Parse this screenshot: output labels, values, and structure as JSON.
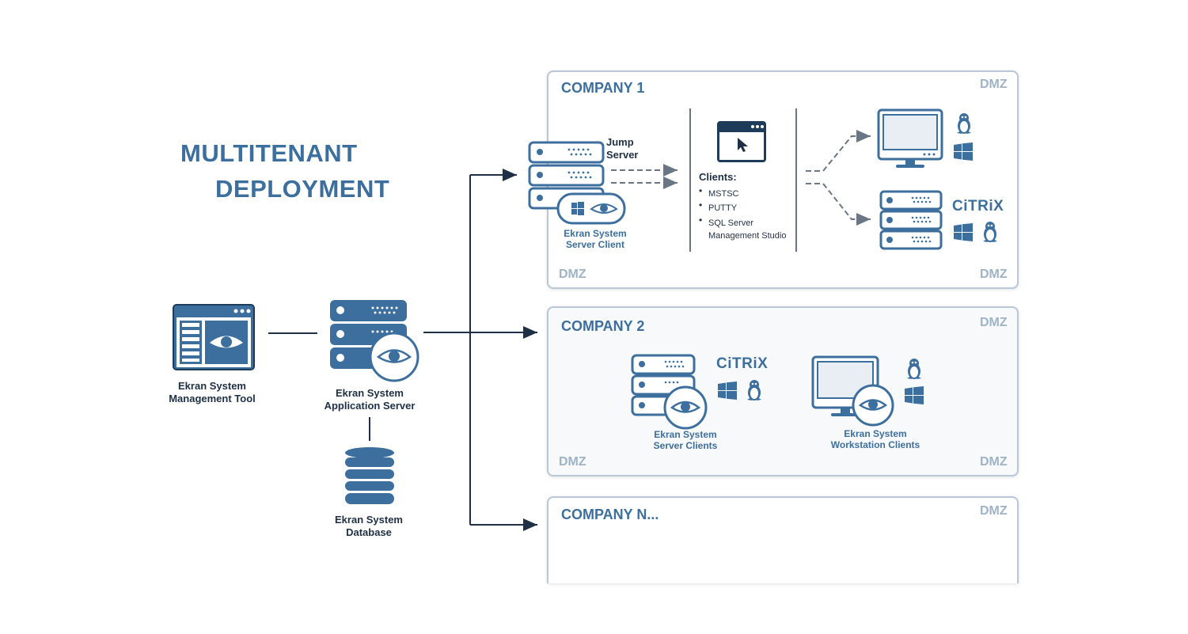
{
  "title": {
    "line1": "MULTITENANT",
    "line2": "DEPLOYMENT"
  },
  "left": {
    "management_tool": "Ekran System\nManagement Tool",
    "app_server": "Ekran System\nApplication Server",
    "database": "Ekran System\nDatabase"
  },
  "company1": {
    "name": "COMPANY 1",
    "dmz": "DMZ",
    "jump_server": "Jump\nServer",
    "server_client": "Ekran System\nServer Client",
    "clients_title": "Clients:",
    "clients": [
      "MSTSC",
      "PUTTY",
      "SQL Server\nManagement Studio"
    ],
    "citrix": "CiTRiX"
  },
  "company2": {
    "name": "COMPANY 2",
    "dmz": "DMZ",
    "server_clients": "Ekran System\nServer Clients",
    "workstation_clients": "Ekran System\nWorkstation Clients",
    "citrix": "CiTRiX"
  },
  "companyN": {
    "name": "COMPANY N...",
    "dmz": "DMZ"
  },
  "colors": {
    "brand": "#3d6f9e",
    "line": "#1f2f45",
    "dmz": "#9fb3c8",
    "border": "#b9c7d6"
  },
  "icons": [
    "browser-window-icon",
    "server-rack-icon",
    "eye-icon",
    "database-icon",
    "windows-icon",
    "linux-icon",
    "monitor-icon",
    "cursor-icon"
  ]
}
